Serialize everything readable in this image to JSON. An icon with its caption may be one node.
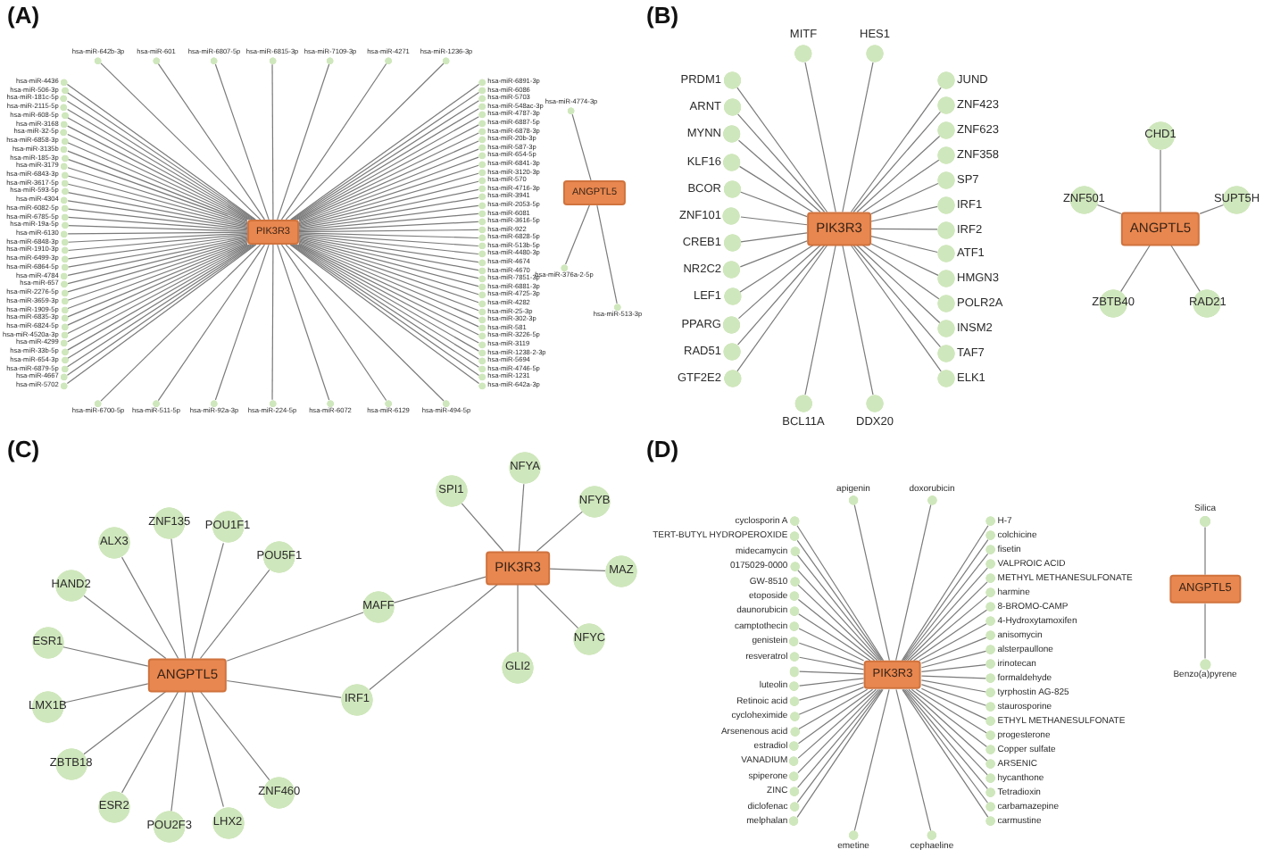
{
  "diagram": {
    "nodes": [
      {
        "text": [
          "PIK3R3"
        ]
      },
      {
        "text": [
          "hsa-miR-642b-3p"
        ]
      },
      {
        "text": [
          "hsa-miR-601"
        ]
      },
      {
        "text": [
          "hsa-miR-6807-5p"
        ]
      },
      {
        "text": [
          "hsa-miR-6815-3p"
        ]
      },
      {
        "text": [
          "hsa-miR-7109-3p"
        ]
      },
      {
        "text": [
          "hsa-miR-4271"
        ]
      },
      {
        "text": [
          "hsa-miR-1236-3p"
        ]
      },
      {
        "text": [
          "hsa-miR-4436"
        ]
      },
      {
        "text": [
          "hsa-miR-506-3p"
        ]
      },
      {
        "text": [
          "hsa-miR-181c-5p"
        ]
      },
      {
        "text": [
          "hsa-miR-2115-5p"
        ]
      },
      {
        "text": [
          "hsa-miR-608-5p"
        ]
      },
      {
        "text": [
          "hsa-miR-3168"
        ]
      },
      {
        "text": [
          "hsa-miR-32-5p"
        ]
      },
      {
        "text": [
          "hsa-miR-6858-3p"
        ]
      },
      {
        "text": [
          "hsa-miR-3135b"
        ]
      },
      {
        "text": [
          "hsa-miR-185-3p"
        ]
      },
      {
        "text": [
          "hsa-miR-3179"
        ]
      },
      {
        "text": [
          "hsa-miR-6843-3p"
        ]
      },
      {
        "text": [
          "hsa-miR-3617-5p"
        ]
      },
      {
        "text": [
          "hsa-miR-593-5p"
        ]
      },
      {
        "text": [
          "hsa-miR-4304"
        ]
      },
      {
        "text": [
          "hsa-miR-6082-5p"
        ]
      },
      {
        "text": [
          "hsa-miR-6785-5p"
        ]
      },
      {
        "text": [
          "hsa-miR-19a-5p"
        ]
      },
      {
        "text": [
          "hsa-miR-6130"
        ]
      },
      {
        "text": [
          "hsa-miR-6848-3p"
        ]
      },
      {
        "text": [
          "hsa-miR-1910-3p"
        ]
      },
      {
        "text": [
          "hsa-miR-6499-3p"
        ]
      },
      {
        "text": [
          "hsa-miR-6864-5p"
        ]
      },
      {
        "text": [
          "hsa-miR-4784"
        ]
      },
      {
        "text": [
          "hsa-miR-657"
        ]
      },
      {
        "text": [
          "hsa-miR-2276-5p"
        ]
      },
      {
        "text": [
          "hsa-miR-3659-3p"
        ]
      },
      {
        "text": [
          "hsa-miR-1909-5p"
        ]
      },
      {
        "text": [
          "hsa-miR-6835-3p"
        ]
      },
      {
        "text": [
          "hsa-miR-6824-5p"
        ]
      },
      {
        "text": [
          "hsa-miR-4520a-3p"
        ]
      },
      {
        "text": [
          "hsa-miR-4299"
        ]
      },
      {
        "text": [
          "hsa-miR-33b-5p"
        ]
      },
      {
        "text": [
          "hsa-miR-654-3p"
        ]
      },
      {
        "text": [
          "hsa-miR-6879-5p"
        ]
      },
      {
        "text": [
          "hsa-miR-4667"
        ]
      },
      {
        "text": [
          "hsa-miR-5702"
        ]
      },
      {
        "text": [
          "hsa-miR-6891-3p"
        ]
      },
      {
        "text": [
          "hsa-miR-6086"
        ]
      },
      {
        "text": [
          "hsa-miR-5703"
        ]
      },
      {
        "text": [
          "hsa-miR-548ac-3p"
        ]
      },
      {
        "text": [
          "hsa-miR-4787-3p"
        ]
      },
      {
        "text": [
          "hsa-miR-6887-5p"
        ]
      },
      {
        "text": [
          "hsa-miR-6878-3p"
        ]
      },
      {
        "text": [
          "hsa-miR-20b-3p"
        ]
      },
      {
        "text": [
          "hsa-miR-587-3p"
        ]
      },
      {
        "text": [
          "hsa-miR-654-5p"
        ]
      },
      {
        "text": [
          "hsa-miR-6841-3p"
        ]
      },
      {
        "text": [
          "hsa-miR-3120-3p"
        ]
      },
      {
        "text": [
          "hsa-miR-570"
        ]
      },
      {
        "text": [
          "hsa-miR-4716-3p"
        ]
      },
      {
        "text": [
          "hsa-miR-3941"
        ]
      },
      {
        "text": [
          "hsa-miR-2053-5p"
        ]
      },
      {
        "text": [
          "hsa-miR-6081"
        ]
      },
      {
        "text": [
          "hsa-miR-3616-5p"
        ]
      },
      {
        "text": [
          "hsa-miR-922"
        ]
      },
      {
        "text": [
          "hsa-miR-6828-5p"
        ]
      },
      {
        "text": [
          "hsa-miR-513b-5p"
        ]
      },
      {
        "text": [
          "hsa-miR-4480-3p"
        ]
      },
      {
        "text": [
          "hsa-miR-4674"
        ]
      },
      {
        "text": [
          "hsa-miR-4670"
        ]
      },
      {
        "text": [
          "hsa-miR-7851-3p"
        ]
      },
      {
        "text": [
          "hsa-miR-6881-3p"
        ]
      },
      {
        "text": [
          "hsa-miR-4725-3p"
        ]
      },
      {
        "text": [
          "hsa-miR-4282"
        ]
      },
      {
        "text": [
          "hsa-miR-25-3p"
        ]
      },
      {
        "text": [
          "hsa-miR-302-3p"
        ]
      },
      {
        "text": [
          "hsa-miR-581"
        ]
      },
      {
        "text": [
          "hsa-miR-3226-5p"
        ]
      },
      {
        "text": [
          "hsa-miR-3119"
        ]
      },
      {
        "text": [
          "hsa-miR-1238-2-3p"
        ]
      },
      {
        "text": [
          "hsa-miR-5694"
        ]
      },
      {
        "text": [
          "hsa-miR-4746-5p"
        ]
      },
      {
        "text": [
          "hsa-miR-1231"
        ]
      },
      {
        "text": [
          "hsa-miR-642a-3p"
        ]
      },
      {
        "text": [
          "hsa-miR-6700-5p"
        ]
      },
      {
        "text": [
          "hsa-miR-511-5p"
        ]
      },
      {
        "text": [
          "hsa-miR-92a-3p"
        ]
      },
      {
        "text": [
          "hsa-miR-224-5p"
        ]
      },
      {
        "text": [
          "hsa-miR-6072"
        ]
      },
      {
        "text": [
          "hsa-miR-6129"
        ]
      },
      {
        "text": [
          "hsa-miR-494-5p"
        ]
      },
      {
        "text": [
          "ANGPTL5"
        ]
      },
      {
        "text": [
          "hsa-miR-4774-3p"
        ]
      },
      {
        "text": [
          "hsa-miR-513-3p"
        ]
      },
      {
        "text": [
          "hsa-miR-376a-2-5p"
        ]
      },
      {
        "text": [
          "PIK3R3"
        ]
      },
      {
        "text": [
          "MITF"
        ]
      },
      {
        "text": [
          "HES1"
        ]
      },
      {
        "text": [
          "PRDM1"
        ]
      },
      {
        "text": [
          "ARNT"
        ]
      },
      {
        "text": [
          "MYNN"
        ]
      },
      {
        "text": [
          "KLF16"
        ]
      },
      {
        "text": [
          "BCOR"
        ]
      },
      {
        "text": [
          "ZNF101"
        ]
      },
      {
        "text": [
          "CREB1"
        ]
      },
      {
        "text": [
          "NR2C2"
        ]
      },
      {
        "text": [
          "LEF1"
        ]
      },
      {
        "text": [
          "PPARG"
        ]
      },
      {
        "text": [
          "RAD51"
        ]
      },
      {
        "text": [
          "GTF2E2"
        ]
      },
      {
        "text": [
          "JUND"
        ]
      },
      {
        "text": [
          "ZNF423"
        ]
      },
      {
        "text": [
          "ZNF623"
        ]
      },
      {
        "text": [
          "ZNF358"
        ]
      },
      {
        "text": [
          "SP7"
        ]
      },
      {
        "text": [
          "IRF1"
        ]
      },
      {
        "text": [
          "IRF2"
        ]
      },
      {
        "text": [
          "ATF1"
        ]
      },
      {
        "text": [
          "HMGN3"
        ]
      },
      {
        "text": [
          "POLR2A"
        ]
      },
      {
        "text": [
          "INSM2"
        ]
      },
      {
        "text": [
          "TAF7"
        ]
      },
      {
        "text": [
          "ELK1"
        ]
      },
      {
        "text": [
          "BCL11A"
        ]
      },
      {
        "text": [
          "DDX20"
        ]
      },
      {
        "text": [
          "ANGPTL5"
        ]
      },
      {
        "text": [
          "CHD1"
        ]
      },
      {
        "text": [
          "SUPT5H"
        ]
      },
      {
        "text": [
          "RAD21"
        ]
      },
      {
        "text": [
          "ZBTB40"
        ]
      },
      {
        "text": [
          "ZNF501"
        ]
      },
      {
        "text": [
          "ANGPTL5"
        ]
      },
      {
        "text": [
          "PIK3R3"
        ]
      },
      {
        "text": [
          "MAFF"
        ]
      },
      {
        "text": [
          "IRF1"
        ]
      },
      {
        "text": [
          "ZNF460"
        ]
      },
      {
        "text": [
          "LHX2"
        ]
      },
      {
        "text": [
          "POU2F3"
        ]
      },
      {
        "text": [
          "ESR2"
        ]
      },
      {
        "text": [
          "ZBTB18"
        ]
      },
      {
        "text": [
          "LMX1B"
        ]
      },
      {
        "text": [
          "ESR1"
        ]
      },
      {
        "text": [
          "HAND2"
        ]
      },
      {
        "text": [
          "ALX3"
        ]
      },
      {
        "text": [
          "ZNF135"
        ]
      },
      {
        "text": [
          "POU1F1"
        ]
      },
      {
        "text": [
          "POU5F1"
        ]
      },
      {
        "text": [
          "SPI1"
        ]
      },
      {
        "text": [
          "NFYA"
        ]
      },
      {
        "text": [
          "NFYB"
        ]
      },
      {
        "text": [
          "MAZ"
        ]
      },
      {
        "text": [
          "NFYC"
        ]
      },
      {
        "text": [
          "GLI2"
        ]
      },
      {
        "text": [
          "PIK3R3"
        ]
      },
      {
        "text": [
          "apigenin"
        ]
      },
      {
        "text": [
          "doxorubicin"
        ]
      },
      {
        "text": [
          "cyclosporin A"
        ]
      },
      {
        "text": [
          "TERT-BUTYL HYDROPEROXIDE"
        ]
      },
      {
        "text": [
          "midecamycin"
        ]
      },
      {
        "text": [
          "0175029-0000"
        ]
      },
      {
        "text": [
          "GW-8510"
        ]
      },
      {
        "text": [
          "etoposide"
        ]
      },
      {
        "text": [
          "daunorubicin"
        ]
      },
      {
        "text": [
          "camptothecin"
        ]
      },
      {
        "text": [
          "genistein"
        ]
      },
      {
        "text": [
          "resveratrol"
        ]
      },
      {
        "text": [],
        "shape": "circle"
      },
      {
        "text": [
          "luteolin"
        ]
      },
      {
        "text": [
          "Retinoic acid"
        ]
      },
      {
        "text": [
          "cycloheximide"
        ]
      },
      {
        "text": [
          "Arsenenous acid"
        ]
      },
      {
        "text": [
          "estradiol"
        ]
      },
      {
        "text": [
          "VANADIUM"
        ]
      },
      {
        "text": [
          "spiperone"
        ]
      },
      {
        "text": [
          "ZINC"
        ]
      },
      {
        "text": [
          "diclofenac"
        ]
      },
      {
        "text": [
          "melphalan"
        ]
      },
      {
        "text": [
          "H-7"
        ]
      },
      {
        "text": [
          "colchicine"
        ]
      },
      {
        "text": [
          "fisetin"
        ]
      },
      {
        "text": [
          "VALPROIC ACID"
        ]
      },
      {
        "text": [
          "METHYL METHANESULFONATE"
        ]
      },
      {
        "text": [
          "harmine"
        ]
      },
      {
        "text": [
          "8-BROMO-CAMP"
        ]
      },
      {
        "text": [
          "4-Hydroxytamoxifen"
        ]
      },
      {
        "text": [
          "anisomycin"
        ]
      },
      {
        "text": [
          "alsterpaullone"
        ]
      },
      {
        "text": [
          "irinotecan"
        ]
      },
      {
        "text": [
          "formaldehyde"
        ]
      },
      {
        "text": [
          "tyrphostin AG-825"
        ]
      },
      {
        "text": [
          "staurosporine"
        ]
      },
      {
        "text": [
          "ETHYL METHANESULFONATE"
        ]
      },
      {
        "text": [
          "progesterone"
        ]
      },
      {
        "text": [
          "Copper sulfate"
        ]
      },
      {
        "text": [
          "ARSENIC"
        ]
      },
      {
        "text": [
          "hycanthone"
        ]
      },
      {
        "text": [
          "Tetradioxin"
        ]
      },
      {
        "text": [
          "carbamazepine"
        ]
      },
      {
        "text": [
          "carmustine"
        ]
      },
      {
        "text": [
          "emetine"
        ]
      },
      {
        "text": [
          "cephaeline"
        ]
      },
      {
        "text": [
          "ANGPTL5"
        ]
      },
      {
        "text": [
          "Silica"
        ]
      },
      {
        "text": [
          "Benzo(a)pyrene"
        ]
      }
    ],
    "edges": [
      {
        "from": 0,
        "to": 1,
        "arrow": "none"
      },
      {
        "from": 0,
        "to": 2,
        "arrow": "none"
      },
      {
        "from": 0,
        "to": 3,
        "arrow": "none"
      },
      {
        "from": 0,
        "to": 4,
        "arrow": "none"
      },
      {
        "from": 0,
        "to": 5,
        "arrow": "none"
      },
      {
        "from": 0,
        "to": 6,
        "arrow": "none"
      },
      {
        "from": 0,
        "to": 7,
        "arrow": "none"
      },
      {
        "from": 0,
        "to": 8,
        "arrow": "none"
      },
      {
        "from": 0,
        "to": 9,
        "arrow": "none"
      },
      {
        "from": 0,
        "to": 10,
        "arrow": "none"
      },
      {
        "from": 0,
        "to": 11,
        "arrow": "none"
      },
      {
        "from": 0,
        "to": 12,
        "arrow": "none"
      },
      {
        "from": 0,
        "to": 13,
        "arrow": "none"
      },
      {
        "from": 0,
        "to": 14,
        "arrow": "none"
      },
      {
        "from": 0,
        "to": 15,
        "arrow": "none"
      },
      {
        "from": 0,
        "to": 16,
        "arrow": "none"
      },
      {
        "from": 0,
        "to": 17,
        "arrow": "none"
      },
      {
        "from": 0,
        "to": 18,
        "arrow": "none"
      },
      {
        "from": 0,
        "to": 19,
        "arrow": "none"
      },
      {
        "from": 0,
        "to": 20,
        "arrow": "none"
      },
      {
        "from": 0,
        "to": 21,
        "arrow": "none"
      },
      {
        "from": 0,
        "to": 22,
        "arrow": "none"
      },
      {
        "from": 0,
        "to": 23,
        "arrow": "none"
      },
      {
        "from": 0,
        "to": 24,
        "arrow": "none"
      },
      {
        "from": 0,
        "to": 25,
        "arrow": "none"
      },
      {
        "from": 0,
        "to": 26,
        "arrow": "none"
      },
      {
        "from": 0,
        "to": 27,
        "arrow": "none"
      },
      {
        "from": 0,
        "to": 28,
        "arrow": "none"
      },
      {
        "from": 0,
        "to": 29,
        "arrow": "none"
      },
      {
        "from": 0,
        "to": 30,
        "arrow": "none"
      },
      {
        "from": 0,
        "to": 31,
        "arrow": "none"
      },
      {
        "from": 0,
        "to": 32,
        "arrow": "none"
      },
      {
        "from": 0,
        "to": 33,
        "arrow": "none"
      },
      {
        "from": 0,
        "to": 34,
        "arrow": "none"
      },
      {
        "from": 0,
        "to": 35,
        "arrow": "none"
      },
      {
        "from": 0,
        "to": 36,
        "arrow": "none"
      },
      {
        "from": 0,
        "to": 37,
        "arrow": "none"
      },
      {
        "from": 0,
        "to": 38,
        "arrow": "none"
      },
      {
        "from": 0,
        "to": 39,
        "arrow": "none"
      },
      {
        "from": 0,
        "to": 40,
        "arrow": "none"
      },
      {
        "from": 0,
        "to": 41,
        "arrow": "none"
      },
      {
        "from": 0,
        "to": 42,
        "arrow": "none"
      },
      {
        "from": 0,
        "to": 43,
        "arrow": "none"
      },
      {
        "from": 0,
        "to": 44,
        "arrow": "none"
      },
      {
        "from": 0,
        "to": 45,
        "arrow": "none"
      },
      {
        "from": 0,
        "to": 46,
        "arrow": "none"
      },
      {
        "from": 0,
        "to": 47,
        "arrow": "none"
      },
      {
        "from": 0,
        "to": 48,
        "arrow": "none"
      },
      {
        "from": 0,
        "to": 49,
        "arrow": "none"
      },
      {
        "from": 0,
        "to": 50,
        "arrow": "none"
      },
      {
        "from": 0,
        "to": 51,
        "arrow": "none"
      },
      {
        "from": 0,
        "to": 52,
        "arrow": "none"
      },
      {
        "from": 0,
        "to": 53,
        "arrow": "none"
      },
      {
        "from": 0,
        "to": 54,
        "arrow": "none"
      },
      {
        "from": 0,
        "to": 55,
        "arrow": "none"
      },
      {
        "from": 0,
        "to": 56,
        "arrow": "none"
      },
      {
        "from": 0,
        "to": 57,
        "arrow": "none"
      },
      {
        "from": 0,
        "to": 58,
        "arrow": "none"
      },
      {
        "from": 0,
        "to": 59,
        "arrow": "none"
      },
      {
        "from": 0,
        "to": 60,
        "arrow": "none"
      },
      {
        "from": 0,
        "to": 61,
        "arrow": "none"
      },
      {
        "from": 0,
        "to": 62,
        "arrow": "none"
      },
      {
        "from": 0,
        "to": 63,
        "arrow": "none"
      },
      {
        "from": 0,
        "to": 64,
        "arrow": "none"
      },
      {
        "from": 0,
        "to": 65,
        "arrow": "none"
      },
      {
        "from": 0,
        "to": 66,
        "arrow": "none"
      },
      {
        "from": 0,
        "to": 67,
        "arrow": "none"
      },
      {
        "from": 0,
        "to": 68,
        "arrow": "none"
      },
      {
        "from": 0,
        "to": 69,
        "arrow": "none"
      },
      {
        "from": 0,
        "to": 70,
        "arrow": "none"
      },
      {
        "from": 0,
        "to": 71,
        "arrow": "none"
      },
      {
        "from": 0,
        "to": 72,
        "arrow": "none"
      },
      {
        "from": 0,
        "to": 73,
        "arrow": "none"
      },
      {
        "from": 0,
        "to": 74,
        "arrow": "none"
      },
      {
        "from": 0,
        "to": 75,
        "arrow": "none"
      },
      {
        "from": 0,
        "to": 76,
        "arrow": "none"
      },
      {
        "from": 0,
        "to": 77,
        "arrow": "none"
      },
      {
        "from": 0,
        "to": 78,
        "arrow": "none"
      },
      {
        "from": 0,
        "to": 79,
        "arrow": "none"
      },
      {
        "from": 0,
        "to": 80,
        "arrow": "none"
      },
      {
        "from": 0,
        "to": 81,
        "arrow": "none"
      },
      {
        "from": 0,
        "to": 82,
        "arrow": "none"
      },
      {
        "from": 0,
        "to": 83,
        "arrow": "none"
      },
      {
        "from": 0,
        "to": 84,
        "arrow": "none"
      },
      {
        "from": 0,
        "to": 85,
        "arrow": "none"
      },
      {
        "from": 0,
        "to": 86,
        "arrow": "none"
      },
      {
        "from": 0,
        "to": 87,
        "arrow": "none"
      },
      {
        "from": 0,
        "to": 88,
        "arrow": "none"
      },
      {
        "from": 0,
        "to": 89,
        "arrow": "none"
      },
      {
        "from": 90,
        "to": 91,
        "arrow": "none"
      },
      {
        "from": 90,
        "to": 92,
        "arrow": "none"
      },
      {
        "from": 90,
        "to": 93,
        "arrow": "none"
      },
      {
        "from": 94,
        "to": 95,
        "arrow": "none"
      },
      {
        "from": 94,
        "to": 96,
        "arrow": "none"
      },
      {
        "from": 94,
        "to": 97,
        "arrow": "none"
      },
      {
        "from": 94,
        "to": 98,
        "arrow": "none"
      },
      {
        "from": 94,
        "to": 99,
        "arrow": "none"
      },
      {
        "from": 94,
        "to": 100,
        "arrow": "none"
      },
      {
        "from": 94,
        "to": 101,
        "arrow": "none"
      },
      {
        "from": 94,
        "to": 102,
        "arrow": "none"
      },
      {
        "from": 94,
        "to": 103,
        "arrow": "none"
      },
      {
        "from": 94,
        "to": 104,
        "arrow": "none"
      },
      {
        "from": 94,
        "to": 105,
        "arrow": "none"
      },
      {
        "from": 94,
        "to": 106,
        "arrow": "none"
      },
      {
        "from": 94,
        "to": 107,
        "arrow": "none"
      },
      {
        "from": 94,
        "to": 108,
        "arrow": "none"
      },
      {
        "from": 94,
        "to": 109,
        "arrow": "none"
      },
      {
        "from": 94,
        "to": 110,
        "arrow": "none"
      },
      {
        "from": 94,
        "to": 111,
        "arrow": "none"
      },
      {
        "from": 94,
        "to": 112,
        "arrow": "none"
      },
      {
        "from": 94,
        "to": 113,
        "arrow": "none"
      },
      {
        "from": 94,
        "to": 114,
        "arrow": "none"
      },
      {
        "from": 94,
        "to": 115,
        "arrow": "none"
      },
      {
        "from": 94,
        "to": 116,
        "arrow": "none"
      },
      {
        "from": 94,
        "to": 117,
        "arrow": "none"
      },
      {
        "from": 94,
        "to": 118,
        "arrow": "none"
      },
      {
        "from": 94,
        "to": 119,
        "arrow": "none"
      },
      {
        "from": 94,
        "to": 120,
        "arrow": "none"
      },
      {
        "from": 94,
        "to": 121,
        "arrow": "none"
      },
      {
        "from": 94,
        "to": 122,
        "arrow": "none"
      },
      {
        "from": 94,
        "to": 123,
        "arrow": "none"
      },
      {
        "from": 124,
        "to": 125,
        "arrow": "none"
      },
      {
        "from": 124,
        "to": 126,
        "arrow": "none"
      },
      {
        "from": 124,
        "to": 127,
        "arrow": "none"
      },
      {
        "from": 124,
        "to": 128,
        "arrow": "none"
      },
      {
        "from": 124,
        "to": 129,
        "arrow": "none"
      },
      {
        "from": 130,
        "to": 132,
        "arrow": "none"
      },
      {
        "from": 130,
        "to": 133,
        "arrow": "none"
      },
      {
        "from": 131,
        "to": 132,
        "arrow": "none"
      },
      {
        "from": 131,
        "to": 133,
        "arrow": "none"
      },
      {
        "from": 130,
        "to": 134,
        "arrow": "none"
      },
      {
        "from": 130,
        "to": 135,
        "arrow": "none"
      },
      {
        "from": 130,
        "to": 136,
        "arrow": "none"
      },
      {
        "from": 130,
        "to": 137,
        "arrow": "none"
      },
      {
        "from": 130,
        "to": 138,
        "arrow": "none"
      },
      {
        "from": 130,
        "to": 139,
        "arrow": "none"
      },
      {
        "from": 130,
        "to": 140,
        "arrow": "none"
      },
      {
        "from": 130,
        "to": 141,
        "arrow": "none"
      },
      {
        "from": 130,
        "to": 142,
        "arrow": "none"
      },
      {
        "from": 130,
        "to": 143,
        "arrow": "none"
      },
      {
        "from": 130,
        "to": 144,
        "arrow": "none"
      },
      {
        "from": 130,
        "to": 145,
        "arrow": "none"
      },
      {
        "from": 131,
        "to": 146,
        "arrow": "none"
      },
      {
        "from": 131,
        "to": 147,
        "arrow": "none"
      },
      {
        "from": 131,
        "to": 148,
        "arrow": "none"
      },
      {
        "from": 131,
        "to": 149,
        "arrow": "none"
      },
      {
        "from": 131,
        "to": 150,
        "arrow": "none"
      },
      {
        "from": 131,
        "to": 151,
        "arrow": "none"
      },
      {
        "from": 152,
        "to": 153,
        "arrow": "none"
      },
      {
        "from": 152,
        "to": 154,
        "arrow": "none"
      },
      {
        "from": 152,
        "to": 155,
        "arrow": "none"
      },
      {
        "from": 152,
        "to": 156,
        "arrow": "none"
      },
      {
        "from": 152,
        "to": 157,
        "arrow": "none"
      },
      {
        "from": 152,
        "to": 158,
        "arrow": "none"
      },
      {
        "from": 152,
        "to": 159,
        "arrow": "none"
      },
      {
        "from": 152,
        "to": 160,
        "arrow": "none"
      },
      {
        "from": 152,
        "to": 161,
        "arrow": "none"
      },
      {
        "from": 152,
        "to": 162,
        "arrow": "none"
      },
      {
        "from": 152,
        "to": 163,
        "arrow": "none"
      },
      {
        "from": 152,
        "to": 164,
        "arrow": "none"
      },
      {
        "from": 152,
        "to": 165,
        "arrow": "none"
      },
      {
        "from": 152,
        "to": 166,
        "arrow": "none"
      },
      {
        "from": 152,
        "to": 167,
        "arrow": "none"
      },
      {
        "from": 152,
        "to": 168,
        "arrow": "none"
      },
      {
        "from": 152,
        "to": 169,
        "arrow": "none"
      },
      {
        "from": 152,
        "to": 170,
        "arrow": "none"
      },
      {
        "from": 152,
        "to": 171,
        "arrow": "none"
      },
      {
        "from": 152,
        "to": 172,
        "arrow": "none"
      },
      {
        "from": 152,
        "to": 173,
        "arrow": "none"
      },
      {
        "from": 152,
        "to": 174,
        "arrow": "none"
      },
      {
        "from": 152,
        "to": 175,
        "arrow": "none"
      },
      {
        "from": 152,
        "to": 176,
        "arrow": "none"
      },
      {
        "from": 152,
        "to": 177,
        "arrow": "none"
      },
      {
        "from": 152,
        "to": 178,
        "arrow": "none"
      },
      {
        "from": 152,
        "to": 179,
        "arrow": "none"
      },
      {
        "from": 152,
        "to": 180,
        "arrow": "none"
      },
      {
        "from": 152,
        "to": 181,
        "arrow": "none"
      },
      {
        "from": 152,
        "to": 182,
        "arrow": "none"
      },
      {
        "from": 152,
        "to": 183,
        "arrow": "none"
      },
      {
        "from": 152,
        "to": 184,
        "arrow": "none"
      },
      {
        "from": 152,
        "to": 185,
        "arrow": "none"
      },
      {
        "from": 152,
        "to": 186,
        "arrow": "none"
      },
      {
        "from": 152,
        "to": 187,
        "arrow": "none"
      },
      {
        "from": 152,
        "to": 188,
        "arrow": "none"
      },
      {
        "from": 152,
        "to": 189,
        "arrow": "none"
      },
      {
        "from": 152,
        "to": 190,
        "arrow": "none"
      },
      {
        "from": 152,
        "to": 191,
        "arrow": "none"
      },
      {
        "from": 152,
        "to": 192,
        "arrow": "none"
      },
      {
        "from": 152,
        "to": 193,
        "arrow": "none"
      },
      {
        "from": 152,
        "to": 194,
        "arrow": "none"
      },
      {
        "from": 152,
        "to": 195,
        "arrow": "none"
      },
      {
        "from": 152,
        "to": 196,
        "arrow": "none"
      },
      {
        "from": 152,
        "to": 197,
        "arrow": "none"
      },
      {
        "from": 152,
        "to": 198,
        "arrow": "none"
      },
      {
        "from": 152,
        "to": 199,
        "arrow": "none"
      },
      {
        "from": 200,
        "to": 201,
        "arrow": "none"
      },
      {
        "from": 200,
        "to": 202,
        "arrow": "none"
      }
    ],
    "labels": [
      "(A)",
      "(B)",
      "(C)",
      "(D)"
    ]
  }
}
